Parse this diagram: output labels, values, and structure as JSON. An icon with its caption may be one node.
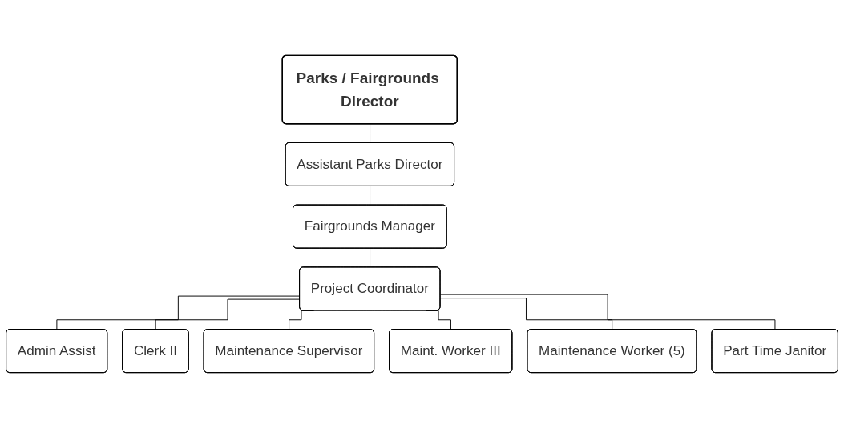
{
  "diagram": {
    "nodes": [
      {
        "text": [
          "Parks / Fairgrounds Director"
        ]
      },
      {
        "text": [
          "Assistant Parks Director"
        ]
      },
      {
        "text": [
          "Fairgrounds Manager"
        ]
      },
      {
        "text": [
          "Project Coordinator"
        ]
      },
      {
        "text": [
          "Admin Assist"
        ]
      },
      {
        "text": [
          "Clerk II"
        ]
      },
      {
        "text": [
          "Maintenance Supervisor"
        ]
      },
      {
        "text": [
          "Maint. Worker III"
        ]
      },
      {
        "text": [
          "Maintenance Worker (5)"
        ]
      },
      {
        "text": [
          "Part Time Janitor"
        ]
      }
    ],
    "edges": [
      {
        "from": 0,
        "to": 1,
        "arrow": "none"
      },
      {
        "from": 1,
        "to": 2,
        "arrow": "none"
      },
      {
        "from": 2,
        "to": 3,
        "arrow": "none"
      },
      {
        "from": 3,
        "to": 4,
        "arrow": "none"
      },
      {
        "from": 3,
        "to": 5,
        "arrow": "none"
      },
      {
        "from": 3,
        "to": 6,
        "arrow": "none"
      },
      {
        "from": 3,
        "to": 7,
        "arrow": "none"
      },
      {
        "from": 3,
        "to": 8,
        "arrow": "none"
      },
      {
        "from": 3,
        "to": 9,
        "arrow": "none"
      }
    ]
  }
}
